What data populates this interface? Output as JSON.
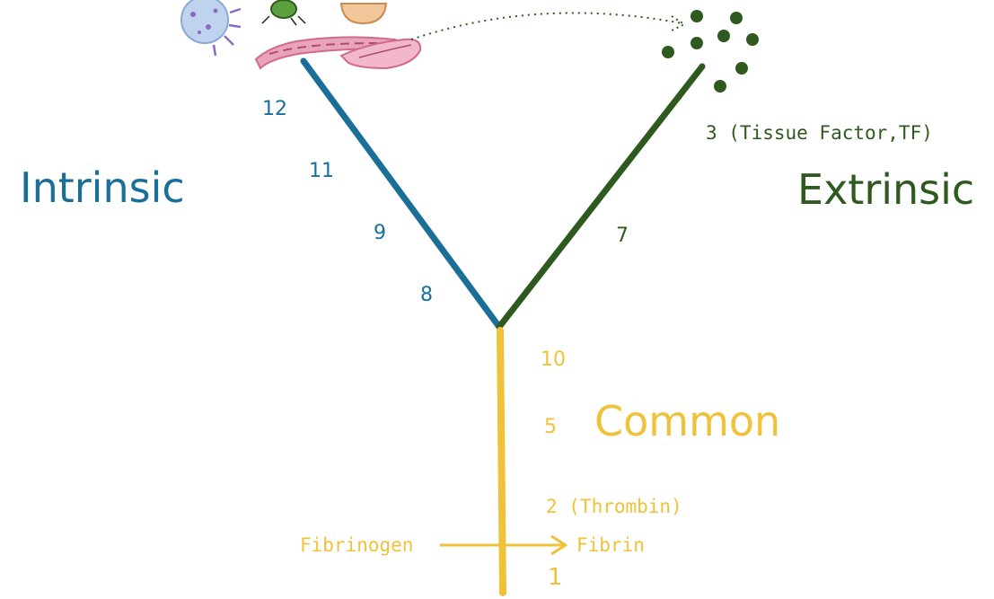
{
  "pathways": {
    "intrinsic": {
      "name": "Intrinsic",
      "factors": [
        "12",
        "11",
        "9",
        "8"
      ]
    },
    "extrinsic": {
      "name": "Extrinsic",
      "factors": [
        "3 (Tissue Factor,TF)",
        "7"
      ]
    },
    "common": {
      "name": "Common",
      "factors": [
        "10",
        "5",
        "2 (Thrombin)",
        "1"
      ]
    }
  },
  "conversion": {
    "from": "Fibrinogen",
    "to": "Fibrin"
  },
  "colors": {
    "intrinsic": "#1a6f99",
    "extrinsic": "#2f5a1f",
    "common": "#f0c23a",
    "vessel": "#e8a4b8",
    "bacteria": "#a9c4e8",
    "debris": "#2f5a1f"
  },
  "icons": [
    "bacteria-icon",
    "insect-icon",
    "cell-icon",
    "damaged-vessel-icon",
    "tissue-factor-particles-icon"
  ]
}
